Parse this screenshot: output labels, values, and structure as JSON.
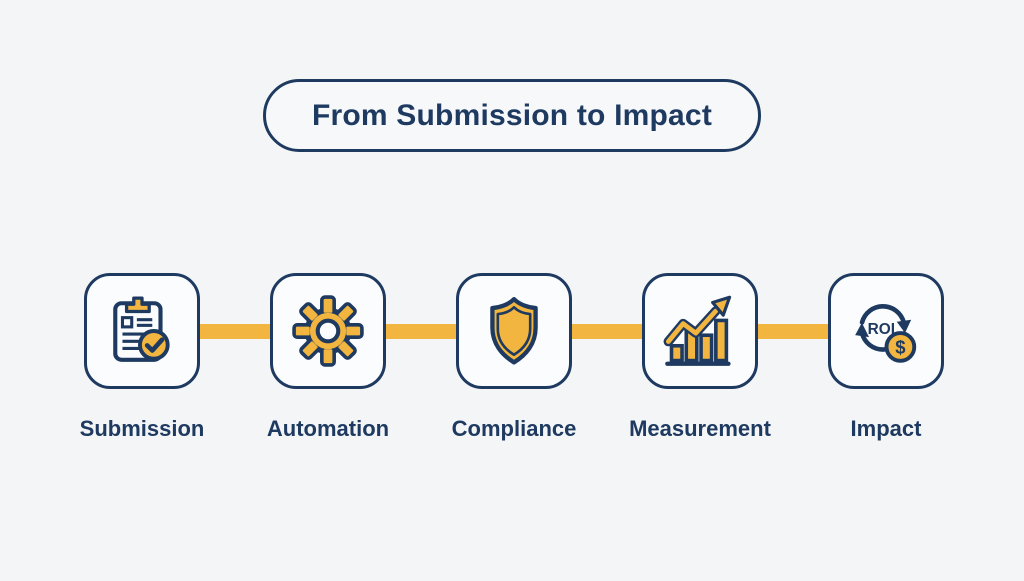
{
  "title": {
    "text": "From Submission to Impact"
  },
  "colors": {
    "navy": "#1e3a60",
    "yellow": "#f2b640",
    "background": "#f4f5f7",
    "card_background": "#fbfcfd"
  },
  "steps": [
    {
      "label": "Submission",
      "icon": "clipboard-check-icon"
    },
    {
      "label": "Automation",
      "icon": "gear-icon"
    },
    {
      "label": "Compliance",
      "icon": "shield-icon"
    },
    {
      "label": "Measurement",
      "icon": "bar-chart-growth-icon"
    },
    {
      "label": "Impact",
      "icon": "roi-cycle-icon",
      "roi_text": "ROI",
      "currency_symbol": "$"
    }
  ]
}
